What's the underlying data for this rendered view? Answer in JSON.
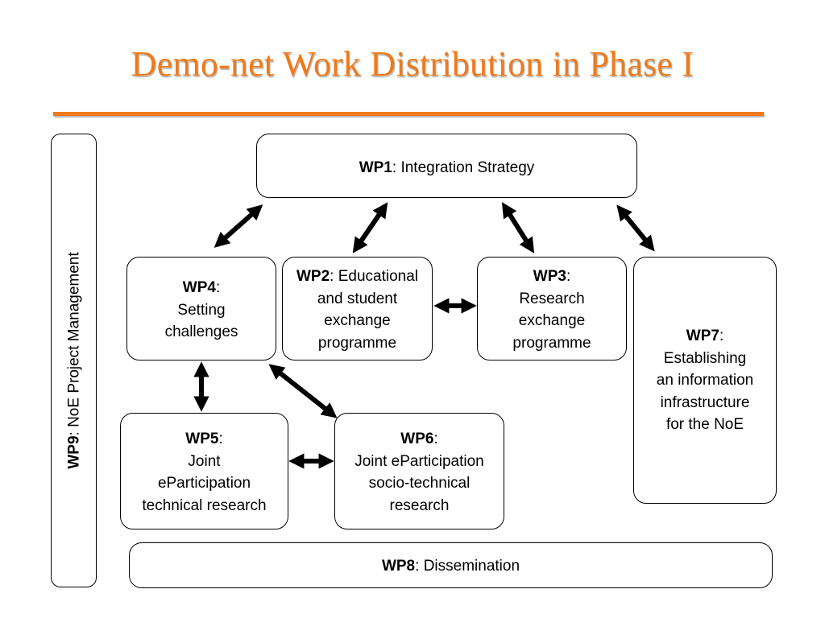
{
  "title": "Demo-net Work Distribution in Phase I",
  "wp9": {
    "code": "WP9",
    "text": ": NoE Project Management"
  },
  "wp1": {
    "code": "WP1",
    "text": ": Integration Strategy"
  },
  "wp4": {
    "code": "WP4",
    "suffix": ":",
    "lines": [
      "Setting",
      "challenges"
    ]
  },
  "wp2": {
    "code": "WP2",
    "first": ": Educational",
    "lines": [
      "and student",
      "exchange",
      "programme"
    ]
  },
  "wp3": {
    "code": "WP3",
    "suffix": ":",
    "lines": [
      "Research",
      "exchange",
      "programme"
    ]
  },
  "wp7": {
    "code": "WP7",
    "suffix": ":",
    "lines": [
      "Establishing",
      "an information",
      "infrastructure",
      "for the NoE"
    ]
  },
  "wp5": {
    "code": "WP5",
    "suffix": ":",
    "lines": [
      "Joint",
      "eParticipation",
      "technical research"
    ]
  },
  "wp6": {
    "code": "WP6",
    "suffix": ":",
    "lines": [
      "Joint eParticipation",
      "socio-technical",
      "research"
    ]
  },
  "wp8": {
    "code": "WP8",
    "text": ": Dissemination"
  },
  "colors": {
    "title": "#f07a1a",
    "border": "#000000",
    "arrow": "#000000"
  }
}
